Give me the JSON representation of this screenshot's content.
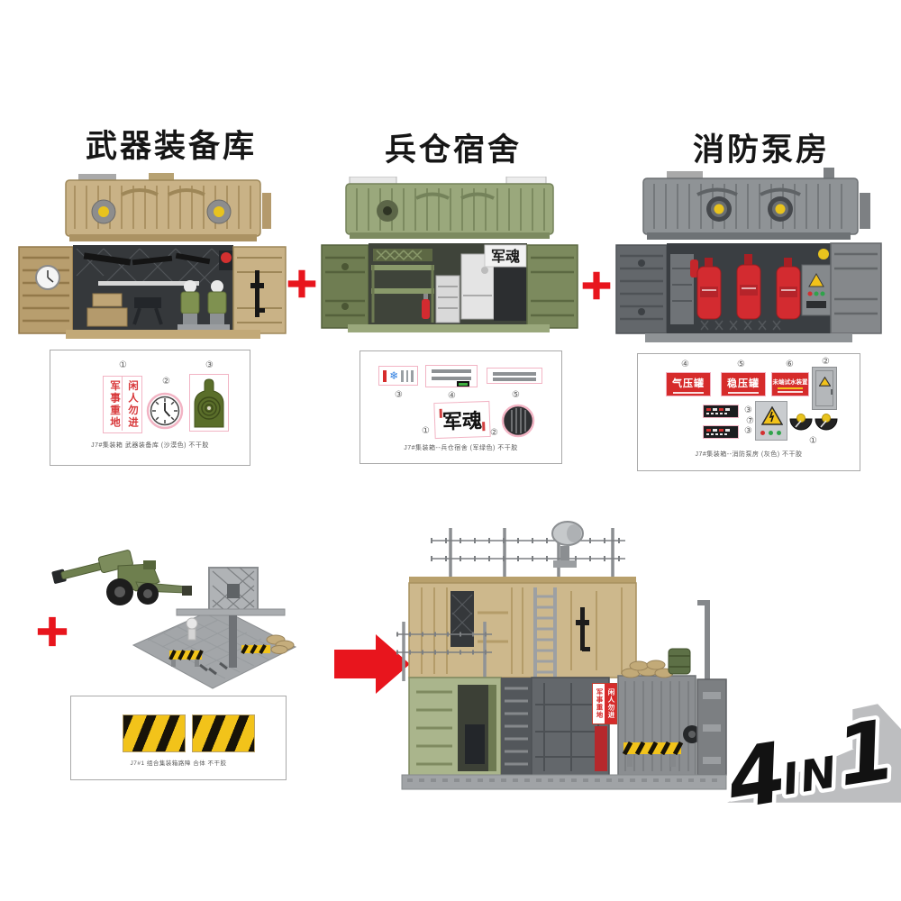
{
  "sections": {
    "weapons_depot": {
      "title": "武器装备库",
      "sheet": {
        "num1": "①",
        "num2": "②",
        "num3": "③",
        "sign_left": "军事重地",
        "sign_right": "闲人勿进",
        "caption": "J7#集装箱 武器装备库 (沙漠色) 不干胶"
      }
    },
    "barracks": {
      "title": "兵仓宿舍",
      "banner": "军魂",
      "sheet": {
        "num1": "①",
        "num2": "②",
        "num3": "③",
        "num4": "④",
        "num5": "⑤",
        "calligraphy": "军魂",
        "caption": "J7#集装箱--兵仓宿舍 (军绿色) 不干胶"
      }
    },
    "fire_pump": {
      "title": "消防泵房",
      "sheet": {
        "num1": "①",
        "num2": "②",
        "num3a": "③",
        "num3b": "③",
        "num4": "④",
        "num5": "⑤",
        "num6": "⑥",
        "num7": "⑦",
        "label_air_tank": "气压罐",
        "label_regulator": "稳压罐",
        "label_water_test": "未端试水装置",
        "caption": "J7#集装箱--消防泵房 (灰色) 不干胶"
      }
    },
    "accessories": {
      "caption": "J7#1 组合集装箱路障 合体 不干胶"
    },
    "combined": {
      "sign_left": "军事重地",
      "sign_right": "闲人勿进"
    },
    "logo": {
      "four": "4",
      "in": "IN",
      "one": "1"
    }
  },
  "icons": {
    "snowflake": "❄"
  },
  "colors": {
    "accent_red": "#e8151d",
    "sticker_red": "#d62b2b",
    "sticker_border_pink": "#f2b4c4",
    "tan": "#c9b286",
    "olive": "#9aa87c",
    "gray": "#8f9396",
    "stripe_yellow": "#f2c31a",
    "logo_gray": "#bdbec0"
  }
}
